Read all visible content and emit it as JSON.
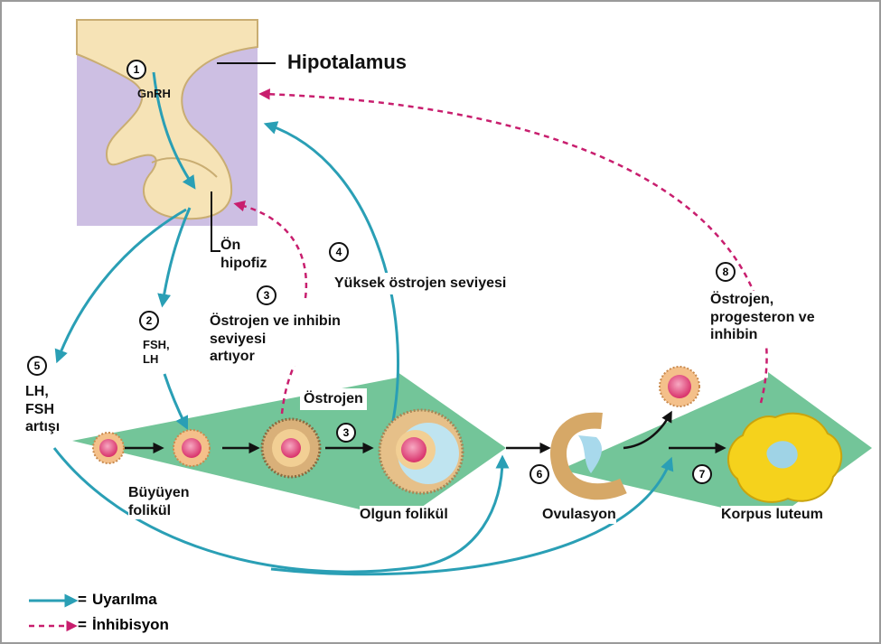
{
  "labels": {
    "hypothalamus": "Hipotalamus",
    "gnrh": "GnRH",
    "anterior_pituitary": [
      "Ön",
      "hipofiz"
    ],
    "fsh_lh": [
      "FSH,",
      "LH"
    ],
    "estrogen_inhibin_rising": [
      "Östrojen ve inhibin",
      "seviyesi",
      "artıyor"
    ],
    "high_estrogen": "Yüksek östrojen seviyesi",
    "lh_fsh_surge": [
      "LH,",
      "FSH",
      "artışı"
    ],
    "estrogen": "Östrojen",
    "growing_follicle": [
      "Büyüyen",
      "folikül"
    ],
    "mature_follicle": "Olgun folikül",
    "ovulation": "Ovulasyon",
    "corpus_luteum": "Korpus luteum",
    "luteal_hormones": [
      "Östrojen,",
      "progesteron ve",
      "inhibin"
    ]
  },
  "steps": {
    "s1": "1",
    "s2": "2",
    "s3a": "3",
    "s3b": "3",
    "s4": "4",
    "s5": "5",
    "s6": "6",
    "s7": "7",
    "s8": "8"
  },
  "legend": {
    "stimulation": "Uyarılma",
    "inhibition": "İnhibisyon",
    "equals": "="
  },
  "colors": {
    "stimulation_arrow": "#2a9fb5",
    "inhibition_arrow": "#c81e6e",
    "brain_tissue": "#f6e3b6",
    "brain_outline": "#c9ad72",
    "background_box": "#cdbfe3",
    "green_arrow": "#6cc293",
    "follicle_pink": "#e2427a",
    "corpus_luteum": "#f5d21c"
  }
}
